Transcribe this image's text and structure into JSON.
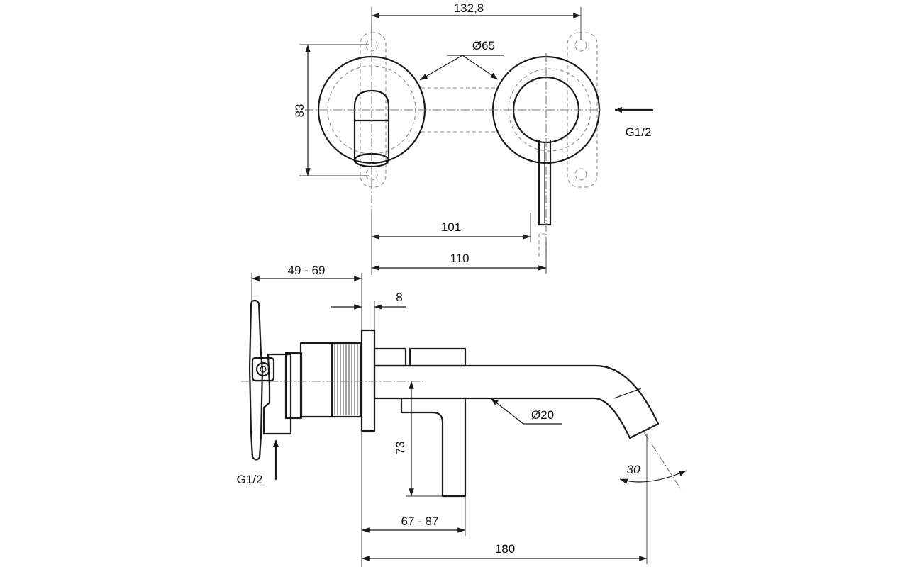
{
  "drawing": {
    "front_view": {
      "dim_width": "132,8",
      "dim_diameter": "Ø65",
      "dim_height": "83",
      "dim_lever": "101",
      "dim_overall": "110",
      "inlet": "G1/2"
    },
    "side_view": {
      "dim_wall_depth": "49 - 69",
      "dim_plate": "8",
      "dim_spout_diameter": "Ø20",
      "dim_lever_height": "73",
      "dim_lever_reach": "67 - 87",
      "dim_spout_reach": "180",
      "dim_angle": "30",
      "inlet": "G1/2"
    },
    "colors": {
      "line": "#1a1a1a",
      "hidden": "#888888",
      "background": "#ffffff"
    }
  }
}
